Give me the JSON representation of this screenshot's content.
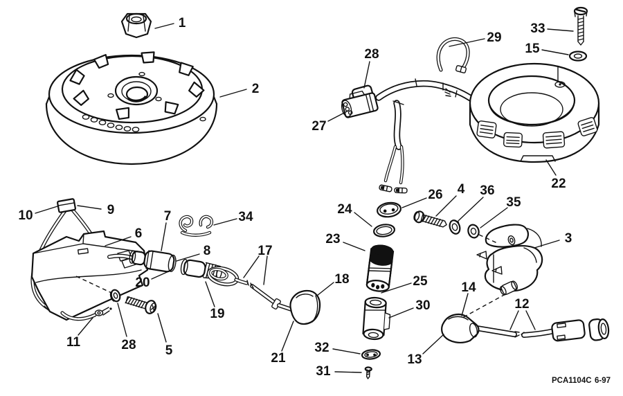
{
  "figure": {
    "colors": {
      "ink": "#111111",
      "paper": "#ffffff"
    },
    "footer": {
      "code": "PCA1104C",
      "date": "6-97"
    },
    "callouts": {
      "c1": {
        "label": "1"
      },
      "c2": {
        "label": "2"
      },
      "c3": {
        "label": "3"
      },
      "c4": {
        "label": "4"
      },
      "c5": {
        "label": "5"
      },
      "c6": {
        "label": "6"
      },
      "c7": {
        "label": "7"
      },
      "c8": {
        "label": "8"
      },
      "c9": {
        "label": "9"
      },
      "c10": {
        "label": "10"
      },
      "c11": {
        "label": "11"
      },
      "c12": {
        "label": "12"
      },
      "c13": {
        "label": "13"
      },
      "c14": {
        "label": "14"
      },
      "c15": {
        "label": "15"
      },
      "c17": {
        "label": "17"
      },
      "c18": {
        "label": "18"
      },
      "c19": {
        "label": "19"
      },
      "c20": {
        "label": "20"
      },
      "c21": {
        "label": "21"
      },
      "c22": {
        "label": "22"
      },
      "c23": {
        "label": "23"
      },
      "c24": {
        "label": "24"
      },
      "c25": {
        "label": "25"
      },
      "c26": {
        "label": "26"
      },
      "c27": {
        "label": "27"
      },
      "c28_top": {
        "label": "28"
      },
      "c28_bottom": {
        "label": "28"
      },
      "c29": {
        "label": "29"
      },
      "c30": {
        "label": "30"
      },
      "c31": {
        "label": "31"
      },
      "c32": {
        "label": "32"
      },
      "c33": {
        "label": "33"
      },
      "c34": {
        "label": "34"
      },
      "c35": {
        "label": "35"
      },
      "c36": {
        "label": "36"
      }
    }
  }
}
